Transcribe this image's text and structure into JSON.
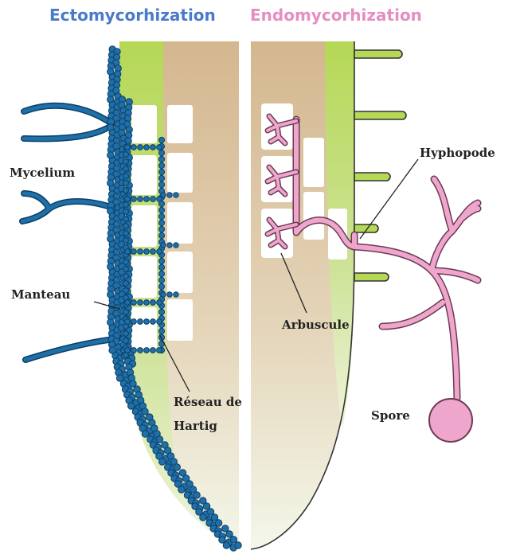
{
  "titles": {
    "ecto": "Ectomycorhization",
    "endo": "Endomycorhization"
  },
  "labels": {
    "mycelium": "Mycelium",
    "manteau": "Manteau",
    "reseau_line1": "Réseau de",
    "reseau_line2": "Hartig",
    "hyphopode": "Hyphopode",
    "arbuscule": "Arbuscule",
    "spore": "Spore"
  },
  "colors": {
    "ecto_title": "#4a7bc8",
    "endo_title": "#e58ec0",
    "fungus_ecto": "#1f6fa8",
    "fungus_ecto_dark": "#0d3f66",
    "fungus_endo": "#efa6cc",
    "fungus_endo_dark": "#6b3a55",
    "root_green": "#b7d95a",
    "root_tan": "#d6bb96",
    "root_tip": "#f1f5e2"
  }
}
